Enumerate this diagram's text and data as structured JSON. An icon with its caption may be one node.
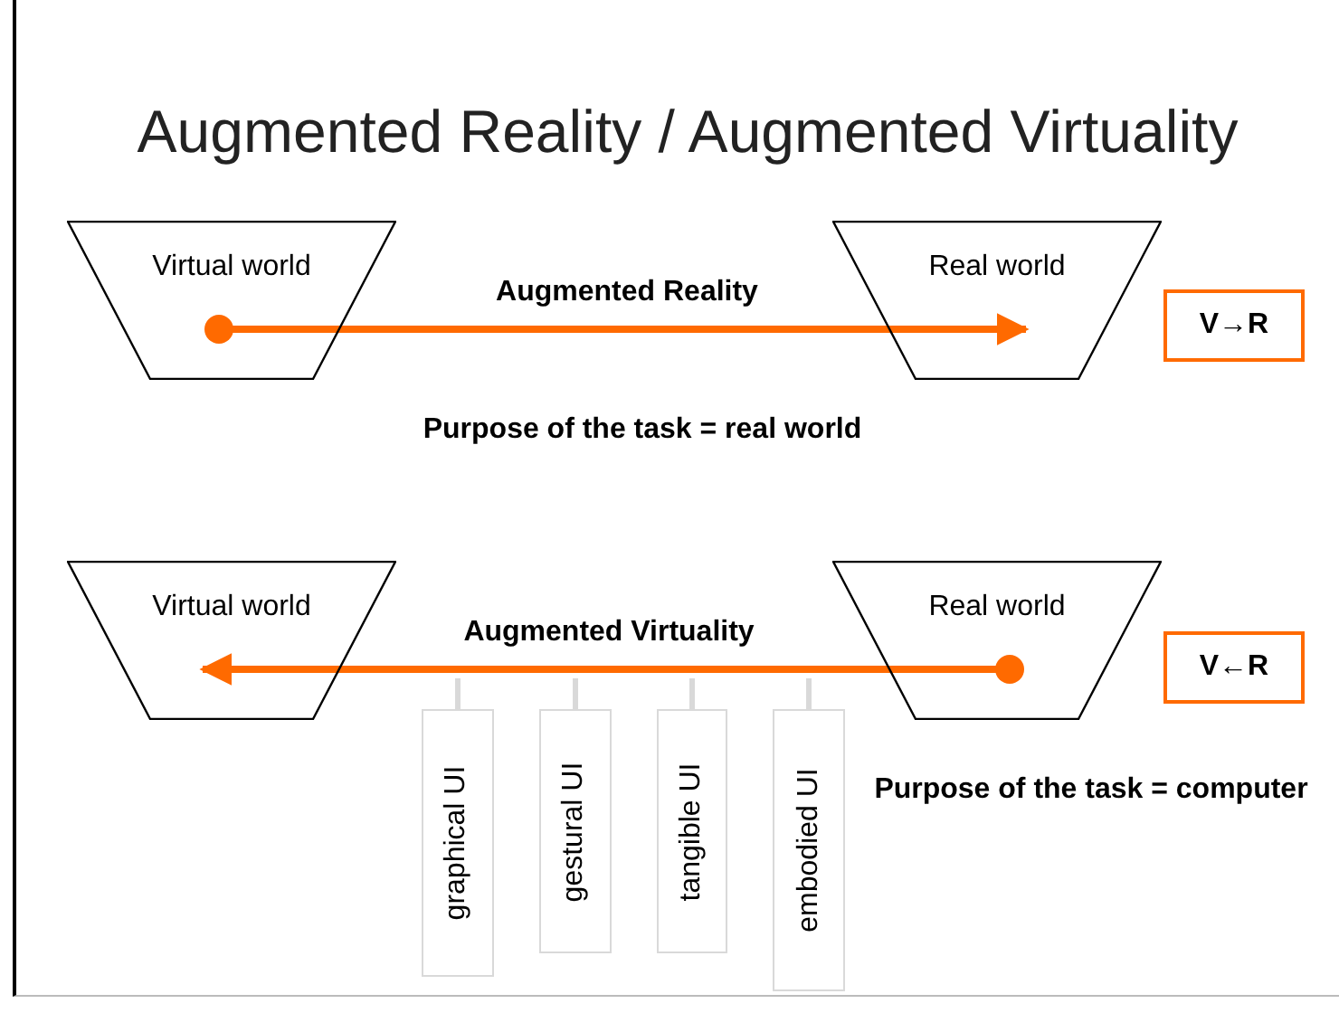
{
  "diagram": {
    "title": "Augmented Reality / Augmented Virtuality",
    "nodes": [
      {
        "text": [
          "Virtual world"
        ]
      },
      {
        "text": [
          "Real world"
        ]
      },
      {
        "text": [
          "V→R"
        ]
      },
      {
        "text": [
          "Virtual world"
        ]
      },
      {
        "text": [
          "Real world"
        ]
      },
      {
        "text": [
          "V←R"
        ]
      },
      {
        "text": [
          "graphical UI"
        ]
      },
      {
        "text": [
          "gestural UI"
        ]
      },
      {
        "text": [
          "tangible UI"
        ]
      },
      {
        "text": [
          "embodied UI"
        ]
      }
    ],
    "edges": [
      {
        "from": 0,
        "to": 1,
        "arrow": "to",
        "label": "Augmented Reality",
        "color": "#ff6a00"
      },
      {
        "from": 4,
        "to": 3,
        "arrow": "to",
        "label": "Augmented Virtuality",
        "color": "#ff6a00"
      },
      {
        "from": 6,
        "to": null,
        "arrow": "none",
        "color": "#d9d9d9"
      },
      {
        "from": 7,
        "to": null,
        "arrow": "none",
        "color": "#d9d9d9"
      },
      {
        "from": 8,
        "to": null,
        "arrow": "none",
        "color": "#d9d9d9"
      },
      {
        "from": 9,
        "to": null,
        "arrow": "none",
        "color": "#d9d9d9"
      }
    ],
    "labels": [
      "Purpose of the task = real world",
      "Purpose of the task = computer"
    ]
  }
}
